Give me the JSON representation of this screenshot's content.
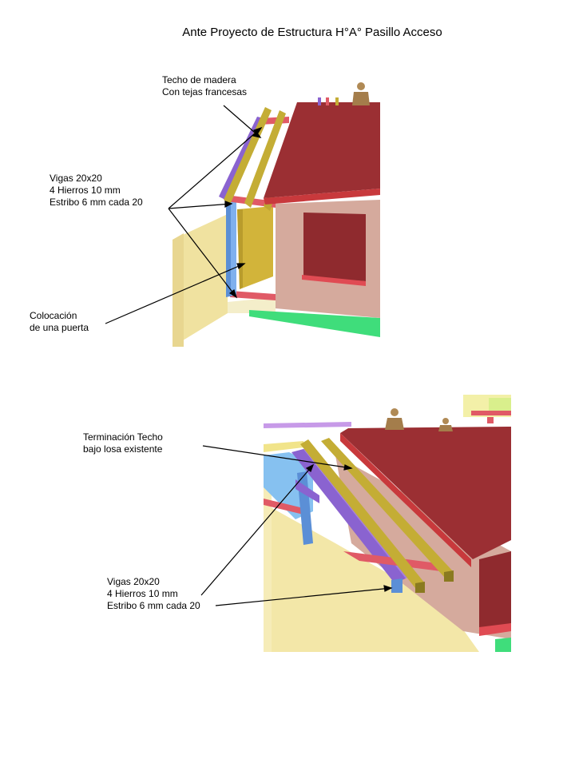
{
  "title": "Ante Proyecto de Estructura H°A° Pasillo Acceso",
  "figure1": {
    "roof_label": [
      "Techo de madera",
      "Con tejas francesas"
    ],
    "beams_label": [
      "Vigas 20x20",
      "4 Hierros 10 mm",
      "Estribo 6 mm cada 20"
    ],
    "door_label": [
      "Colocación",
      "de una puerta"
    ]
  },
  "figure2": {
    "finish_label": [
      "Terminación Techo",
      "bajo losa existente"
    ],
    "beams_label": [
      "Vigas 20x20",
      "4 Hierros 10 mm",
      "Estribo 6 mm cada 20"
    ]
  },
  "colors": {
    "roof": "#9b2f33",
    "roof_edge": "#c8393c",
    "wall": "#d1a89c",
    "window": "#8f2a2e",
    "beam": "#c4ad35",
    "purple_beam": "#8a63d0",
    "column": "#5b8fd6",
    "green_base": "#3fdd7b",
    "cream_wall": "#f2e4a2",
    "figure": "#b08a55"
  }
}
